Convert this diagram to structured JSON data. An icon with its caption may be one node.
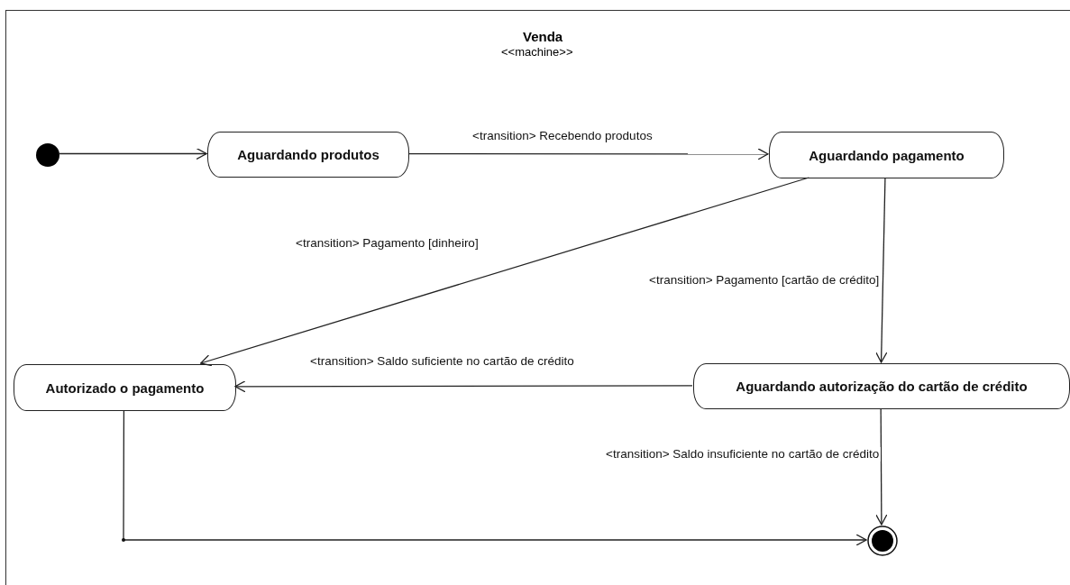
{
  "diagram": {
    "nodes": [
      {
        "text": [
          "Venda",
          "<<machine>>"
        ]
      },
      {
        "text": [],
        "shape": "circle",
        "in": 0
      },
      {
        "text": [
          "Aguardando produtos"
        ],
        "in": 0
      },
      {
        "text": [
          "Aguardando pagamento"
        ],
        "in": 0
      },
      {
        "text": [
          "Autorizado o pagamento"
        ],
        "in": 0
      },
      {
        "text": [
          "Aguardando autorização do cartão de crédito"
        ],
        "in": 0
      },
      {
        "text": [],
        "shape": "circle",
        "in": 0
      }
    ],
    "edges": [
      {
        "from": 1,
        "to": 2,
        "arrow": "to"
      },
      {
        "from": 2,
        "to": 3,
        "arrow": "to",
        "label": "<transition> Recebendo produtos"
      },
      {
        "from": 3,
        "to": 4,
        "arrow": "to",
        "label": "<transition> Pagamento [dinheiro]"
      },
      {
        "from": 3,
        "to": 5,
        "arrow": "to",
        "label": "<transition> Pagamento [cartão de crédito]"
      },
      {
        "from": 5,
        "to": 4,
        "arrow": "to",
        "label": "<transition> Saldo suficiente no cartão de crédito"
      },
      {
        "from": 5,
        "to": 6,
        "arrow": "to",
        "label": "<transition> Saldo insuficiente no cartão de crédito"
      },
      {
        "from": 4,
        "to": 6,
        "arrow": "to"
      }
    ]
  }
}
